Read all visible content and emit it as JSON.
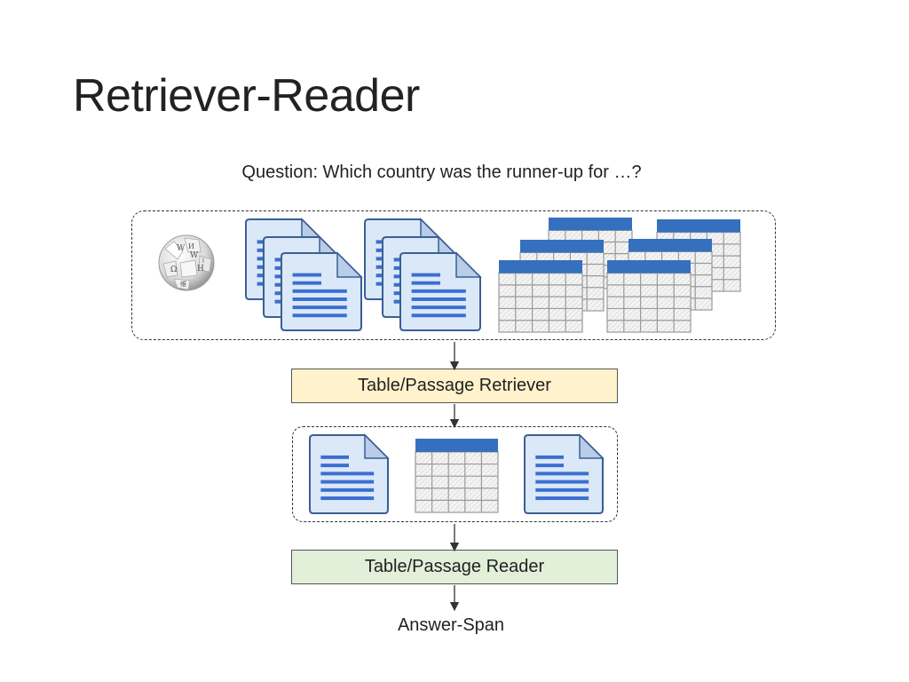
{
  "slide": {
    "title": "Retriever-Reader",
    "question": "Question: Which country was the runner-up for …?"
  },
  "stages": {
    "retriever": "Table/Passage Retriever",
    "reader": "Table/Passage Reader",
    "answer": "Answer-Span"
  },
  "globe_letters": [
    "W",
    "Ω",
    "И",
    "W",
    "H",
    "ا",
    "维"
  ],
  "colors": {
    "doc_fill": "#dbe8f7",
    "doc_border": "#3a5f95",
    "doc_lines": "#3b6fd0",
    "table_header": "#3570bf",
    "table_grid": "#9a9a9a",
    "retriever_fill": "#fff2cc",
    "reader_fill": "#e2efd9"
  }
}
